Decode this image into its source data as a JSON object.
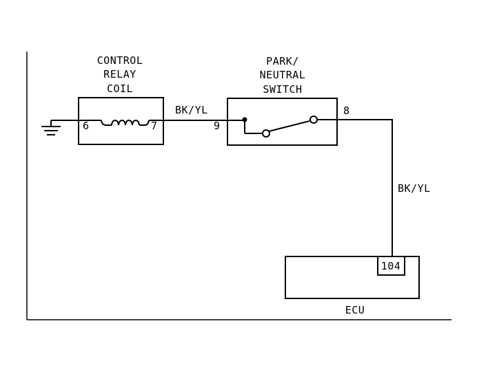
{
  "diagram": {
    "control_relay": {
      "title_lines": [
        "CONTROL",
        "RELAY",
        "COIL"
      ],
      "pin_left": "6",
      "pin_right": "7"
    },
    "park_neutral_switch": {
      "title_lines": [
        "PARK/",
        "NEUTRAL",
        "SWITCH"
      ],
      "pin_left": "9",
      "pin_right": "8"
    },
    "ecu": {
      "label": "ECU",
      "pin": "104"
    },
    "wires": {
      "relay_to_switch_color": "BK/YL",
      "switch_to_ecu_color": "BK/YL"
    },
    "icons": {
      "ground": "ground-symbol-icon",
      "coil": "coil-winding-icon",
      "switch_contact": "switch-contact-icon"
    },
    "colors": {
      "line": "#000000",
      "background": "#ffffff"
    }
  }
}
